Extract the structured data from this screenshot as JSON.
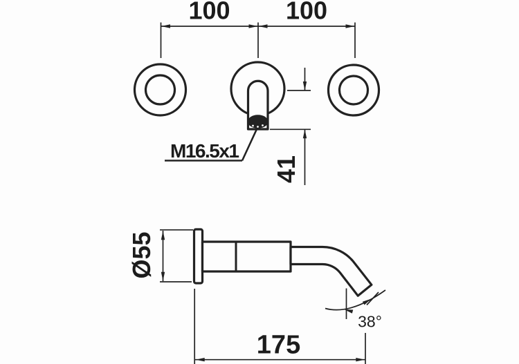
{
  "colors": {
    "background": "#fdfdfd",
    "line": "#222222",
    "text": "#1c1c1c"
  },
  "front_view": {
    "dim_spacing_left": "100",
    "dim_spacing_right": "100",
    "dim_spout_drop": "41",
    "thread_label": "M16.5x1"
  },
  "side_view": {
    "dim_flange_diameter": "Ø55",
    "dim_spout_reach": "175",
    "dim_spout_angle": "38°"
  }
}
